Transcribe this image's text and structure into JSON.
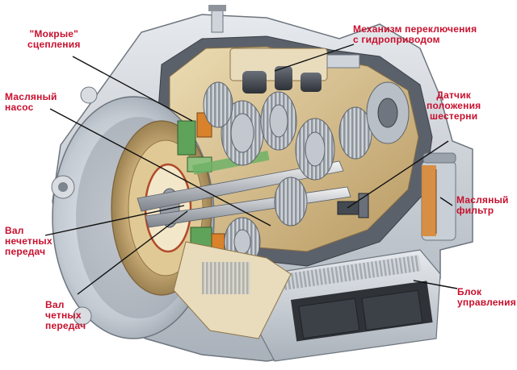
{
  "diagram": {
    "labels": {
      "wet_clutches": {
        "lines": [
          "\"Мокрые\"",
          "сцепления"
        ]
      },
      "shift_mechanism": {
        "lines": [
          "Механизм переключения",
          "с гидроприводом"
        ]
      },
      "oil_pump": {
        "lines": [
          "Масляный",
          "насос"
        ]
      },
      "gear_position_sensor": {
        "lines": [
          "Датчик",
          "положения",
          "шестерни"
        ]
      },
      "oil_filter": {
        "lines": [
          "Масляный",
          "фильтр"
        ]
      },
      "odd_gears_shaft": {
        "lines": [
          "Вал",
          "нечетных",
          "передач"
        ]
      },
      "even_gears_shaft": {
        "lines": [
          "Вал",
          "четных",
          "передач"
        ]
      },
      "control_unit": {
        "lines": [
          "Блок",
          "управления"
        ]
      }
    },
    "colors": {
      "label_red": "#c8102e",
      "leader_line": "#111111",
      "casing_grey": "#c9cfd6",
      "cutaway_tan": "#d8c49a",
      "clutch_plate": "#c9a96e",
      "green_part": "#5fa35a",
      "orange_part": "#d9822b"
    }
  }
}
